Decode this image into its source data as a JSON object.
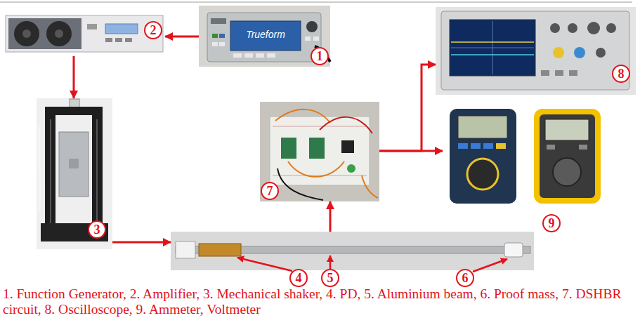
{
  "diagram": {
    "caption": "1. Function Generator, 2. Amplifier, 3. Mechanical shaker, 4. PD, 5. Aluminium beam, 6. Proof mass, 7. DSHBR circuit, 8. Oscilloscope, 9. Ammeter, Voltmeter",
    "nodes": [
      {
        "text": [
          "1"
        ]
      },
      {
        "text": [
          "2"
        ]
      },
      {
        "text": [
          "3"
        ]
      },
      {
        "text": [
          "4",
          "5",
          "6"
        ]
      },
      {
        "text": [
          "7"
        ]
      },
      {
        "text": [
          "8"
        ]
      },
      {
        "text": [
          "9"
        ]
      }
    ],
    "edges": [
      {
        "from": 0,
        "to": 1,
        "arrow": "to"
      },
      {
        "from": 1,
        "to": 2,
        "arrow": "to"
      },
      {
        "from": 2,
        "to": 3,
        "arrow": "to"
      },
      {
        "from": 3,
        "to": 4,
        "arrow": "to"
      },
      {
        "from": 4,
        "to": 5,
        "arrow": "to"
      },
      {
        "from": 4,
        "to": 6,
        "arrow": "to"
      }
    ],
    "labels": [
      "Trueform"
    ]
  }
}
